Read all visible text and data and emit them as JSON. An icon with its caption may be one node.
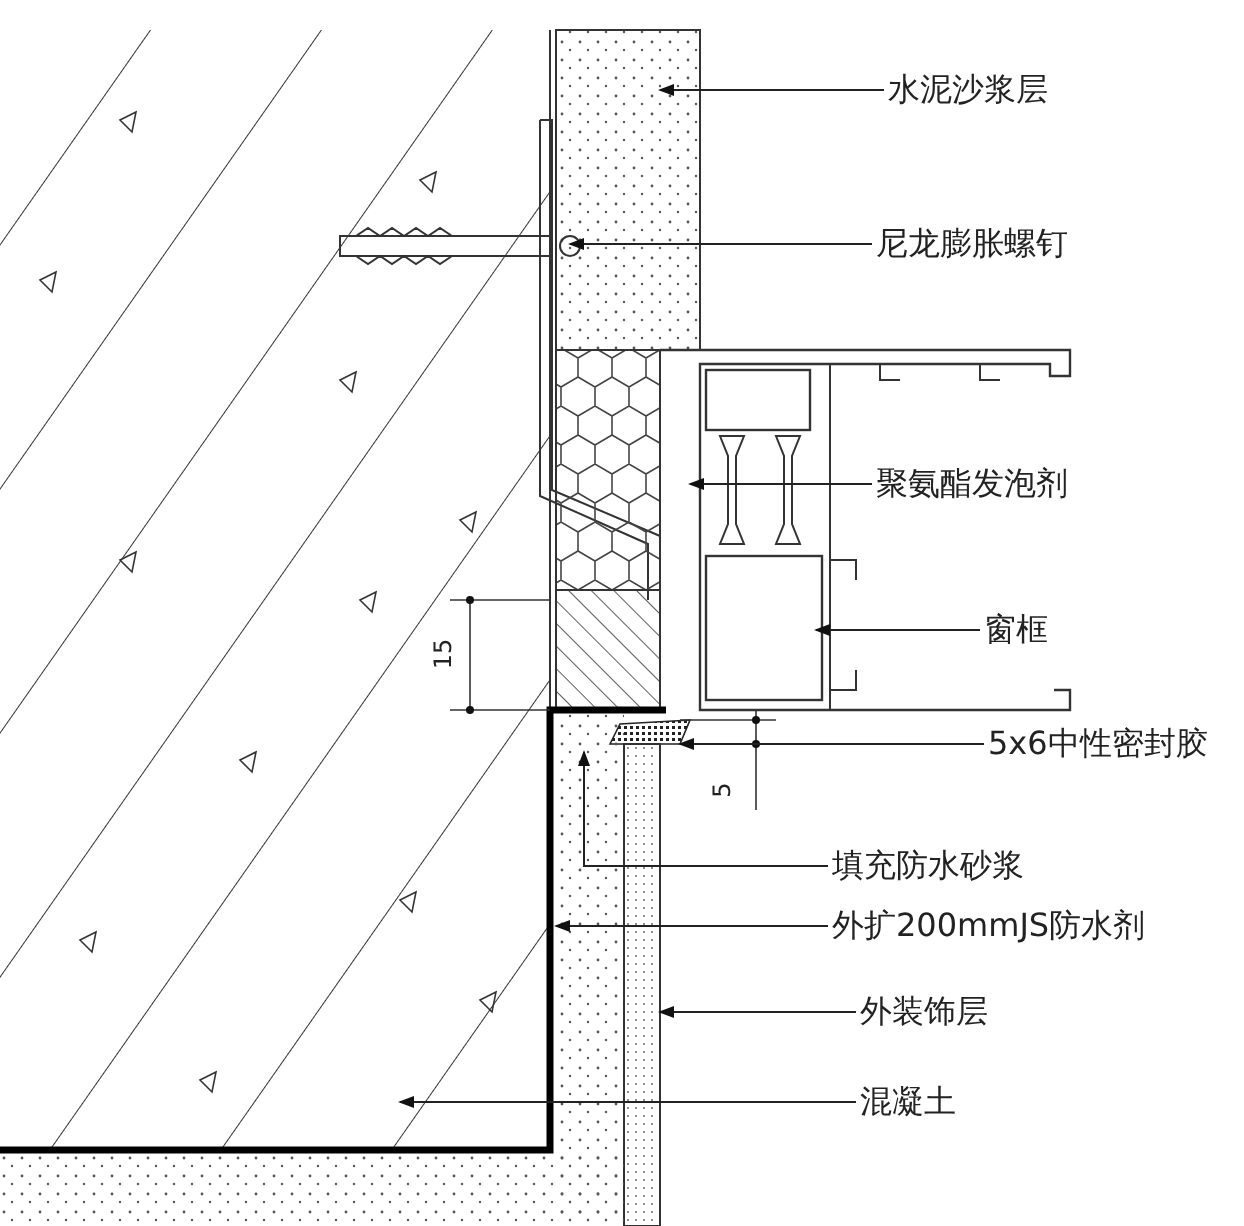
{
  "diagram": {
    "nodes": [
      {
        "text": [
          "水泥沙浆层"
        ]
      },
      {
        "text": [
          "尼龙膨胀螺钉"
        ]
      },
      {
        "text": [
          "聚氨酯发泡剂"
        ]
      },
      {
        "text": [
          "窗框"
        ]
      },
      {
        "text": [
          "5x6中性密封胶"
        ]
      },
      {
        "text": [
          "填充防水砂浆"
        ]
      },
      {
        "text": [
          "外扩200mmJS防水剂"
        ]
      },
      {
        "text": [
          "外装饰层"
        ]
      },
      {
        "text": [
          "混凝土"
        ]
      }
    ],
    "edges": [
      {
        "from": 0,
        "to": null,
        "arrow": "to"
      },
      {
        "from": 1,
        "to": null,
        "arrow": "to"
      },
      {
        "from": 2,
        "to": null,
        "arrow": "to"
      },
      {
        "from": 3,
        "to": null,
        "arrow": "to"
      },
      {
        "from": 4,
        "to": null,
        "arrow": "to"
      },
      {
        "from": 5,
        "to": null,
        "arrow": "to"
      },
      {
        "from": 6,
        "to": null,
        "arrow": "to"
      },
      {
        "from": 7,
        "to": null,
        "arrow": "to"
      },
      {
        "from": 8,
        "to": null,
        "arrow": "to"
      }
    ],
    "labels": [
      "15",
      "5"
    ]
  }
}
